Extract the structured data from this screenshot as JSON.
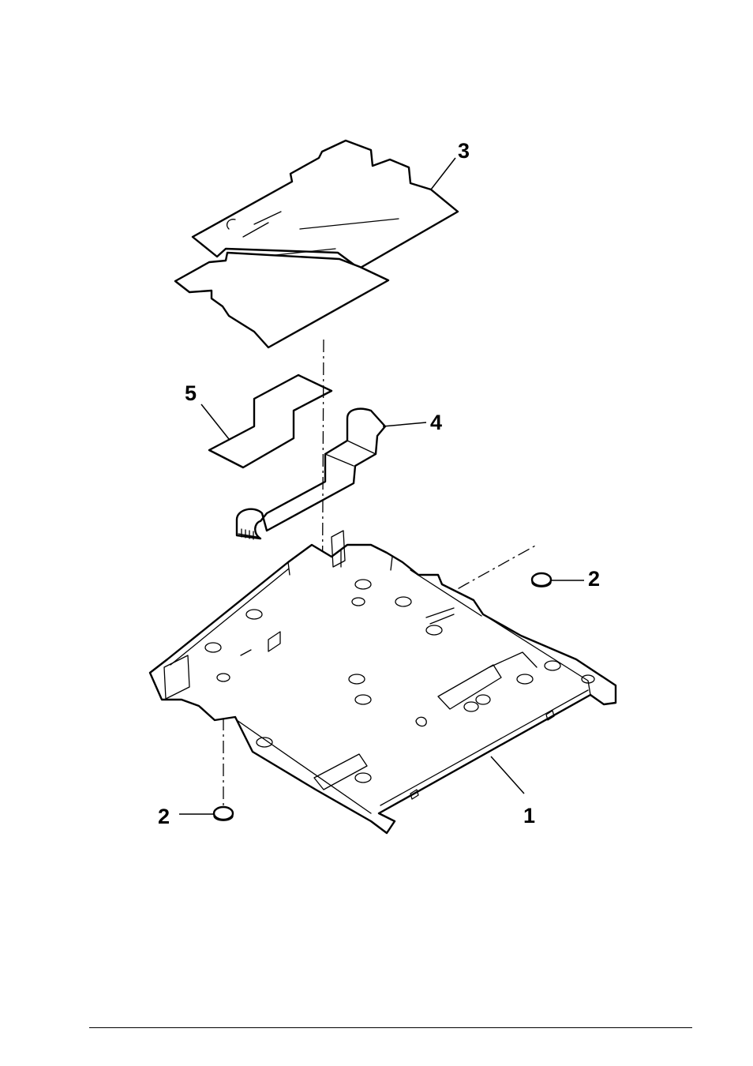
{
  "diagram": {
    "callouts": [
      {
        "id": "part-1",
        "label": "1"
      },
      {
        "id": "part-2-right",
        "label": "2"
      },
      {
        "id": "part-2-left",
        "label": "2"
      },
      {
        "id": "part-3",
        "label": "3"
      },
      {
        "id": "part-4",
        "label": "4"
      },
      {
        "id": "part-5",
        "label": "5"
      }
    ],
    "colors": {
      "line": "#000000",
      "background": "#ffffff"
    }
  }
}
